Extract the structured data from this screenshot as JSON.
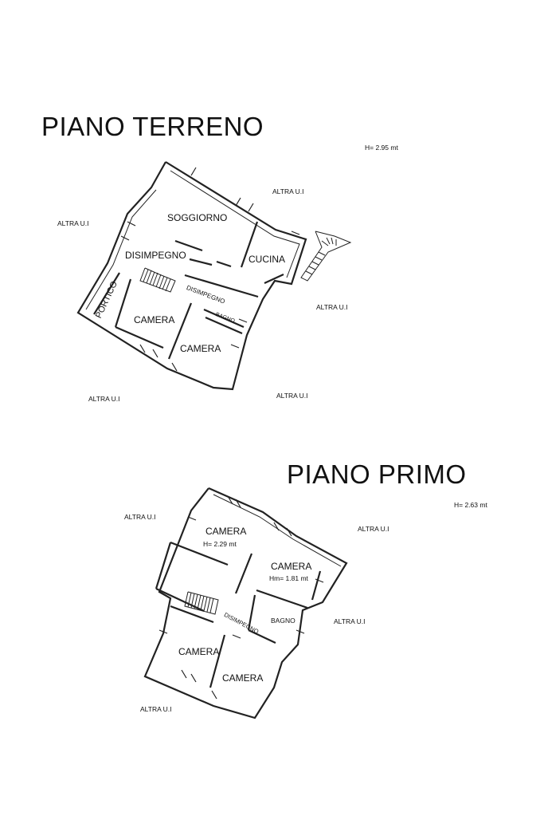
{
  "ground_floor": {
    "title": "PIANO TERRENO",
    "height_note": "H= 2.95 mt",
    "rooms": {
      "soggiorno": "SOGGIORNO",
      "cucina": "CUCINA",
      "disimpegno_upper": "DISIMPEGNO",
      "disimpegno_corridor": "DISIMPEGNO",
      "portico": "PORTICO",
      "camera_left": "CAMERA",
      "camera_right": "CAMERA",
      "bagno": "BAGNO"
    },
    "neighbors": {
      "top_right": "ALTRA U.I",
      "left": "ALTRA U.I",
      "right": "ALTRA U.I",
      "bottom_left": "ALTRA U.I",
      "bottom_center": "ALTRA U.I"
    }
  },
  "first_floor": {
    "title": "PIANO PRIMO",
    "height_note": "H= 2.63 mt",
    "rooms": {
      "camera_top": "CAMERA",
      "camera_top_height": "H= 2.29 mt",
      "camera_right": "CAMERA",
      "camera_right_height": "Hm= 1.81 mt",
      "disimpegno": "DISIMPEGNO",
      "bagno": "BAGNO",
      "camera_bottom_left": "CAMERA",
      "camera_bottom_right": "CAMERA"
    },
    "neighbors": {
      "top_left": "ALTRA U.I",
      "top_right": "ALTRA U.I",
      "right": "ALTRA U.I",
      "bottom_left": "ALTRA U.I"
    }
  }
}
